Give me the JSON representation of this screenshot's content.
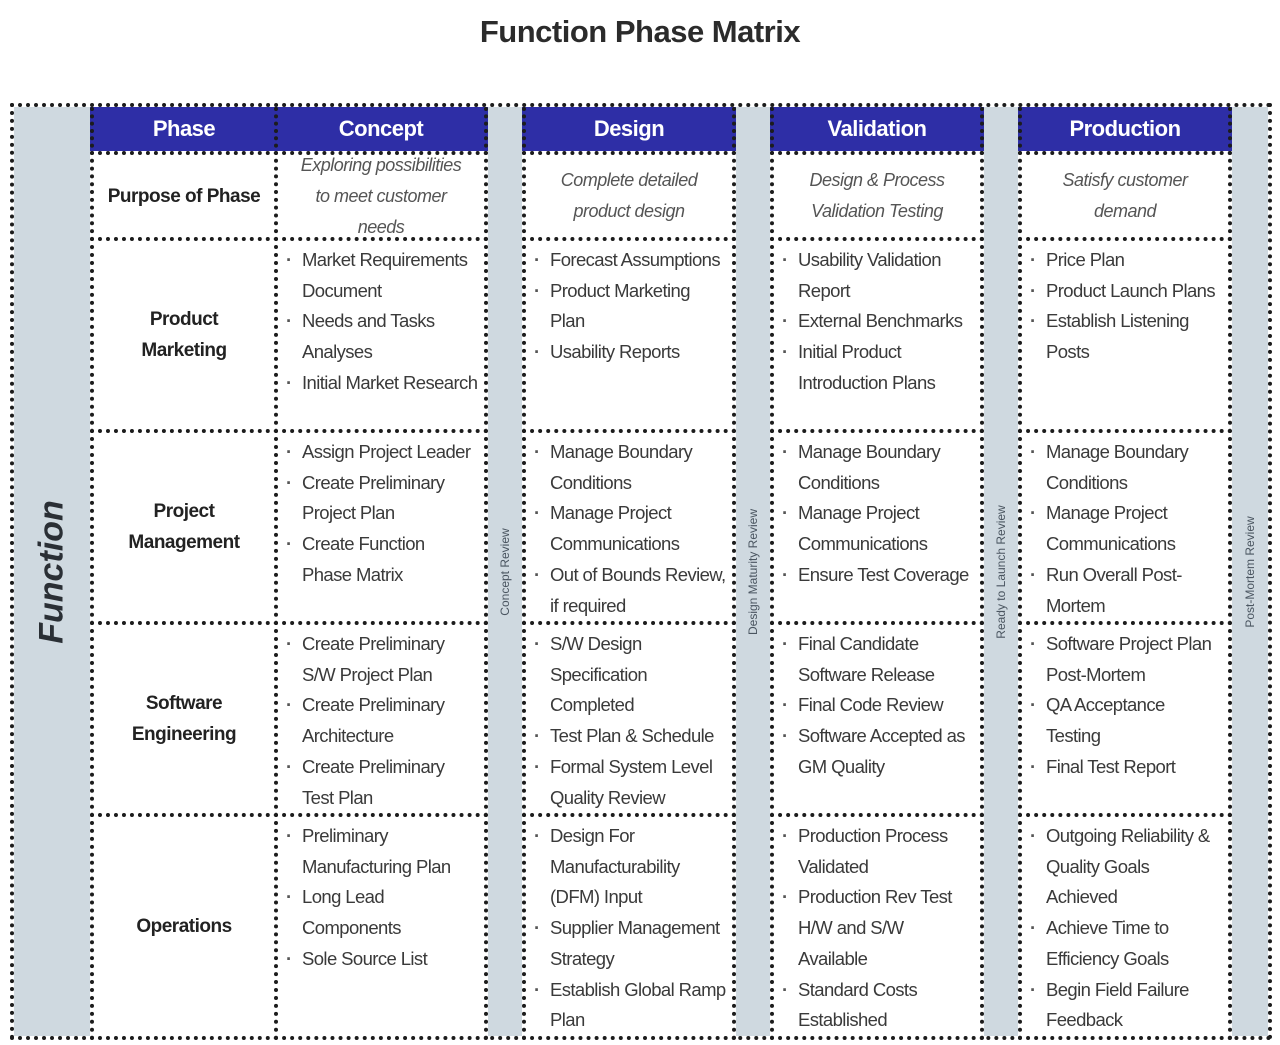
{
  "title": "Function Phase Matrix",
  "colors": {
    "header_bg": "#2e2ea6",
    "header_text": "#ffffff",
    "gutter_bg": "#cfd9e0",
    "border": "#1c1c1c"
  },
  "function_label": "Function",
  "phase_header": "Phase",
  "phases": [
    {
      "name": "Concept",
      "purpose": "Exploring possibilities to meet customer needs"
    },
    {
      "name": "Design",
      "purpose": "Complete detailed product design"
    },
    {
      "name": "Validation",
      "purpose": "Design & Process Validation Testing"
    },
    {
      "name": "Production",
      "purpose": "Satisfy customer demand"
    }
  ],
  "purpose_row_label": "Purpose of Phase",
  "reviews": [
    "Concept Review",
    "Design Maturity Review",
    "Ready to Launch Review",
    "Post-Mortem Review"
  ],
  "functions": [
    {
      "name": "Product Marketing",
      "cells": [
        [
          "Market Requirements Document",
          "Needs and Tasks Analyses",
          "Initial Market Research"
        ],
        [
          "Forecast Assumptions",
          "Product Marketing Plan",
          "Usability Reports"
        ],
        [
          "Usability Validation Report",
          "External Benchmarks",
          "Initial Product Introduction Plans"
        ],
        [
          "Price Plan",
          "Product Launch Plans",
          "Establish Listening Posts"
        ]
      ]
    },
    {
      "name": "Project Management",
      "cells": [
        [
          "Assign Project Leader",
          "Create Preliminary Project Plan",
          "Create Function Phase Matrix"
        ],
        [
          "Manage Boundary Conditions",
          "Manage Project Communications",
          "Out of Bounds Review, if required"
        ],
        [
          "Manage Boundary Conditions",
          "Manage Project Communications",
          "Ensure Test Coverage"
        ],
        [
          "Manage Boundary Conditions",
          "Manage Project Communications",
          "Run Overall Post-Mortem"
        ]
      ]
    },
    {
      "name": "Software Engineering",
      "cells": [
        [
          "Create Preliminary S/W Project Plan",
          "Create Preliminary Architecture",
          "Create Preliminary Test Plan"
        ],
        [
          "S/W Design Specification Completed",
          "Test Plan & Schedule",
          "Formal System Level Quality Review"
        ],
        [
          "Final Candidate Software Release",
          "Final Code Review",
          "Software Accepted as GM Quality"
        ],
        [
          "Software Project Plan Post-Mortem",
          "QA Acceptance Testing",
          "Final Test Report"
        ]
      ]
    },
    {
      "name": "Operations",
      "cells": [
        [
          "Preliminary Manufacturing Plan",
          "Long Lead Components",
          "Sole Source List"
        ],
        [
          "Design For Manufacturability (DFM) Input",
          "Supplier Management Strategy",
          "Establish Global Ramp Plan"
        ],
        [
          "Production Process Validated",
          "Production Rev Test H/W and S/W Available",
          "Standard Costs Established"
        ],
        [
          "Outgoing Reliability & Quality Goals Achieved",
          "Achieve Time to Efficiency Goals",
          "Begin Field Failure Feedback"
        ]
      ]
    }
  ]
}
